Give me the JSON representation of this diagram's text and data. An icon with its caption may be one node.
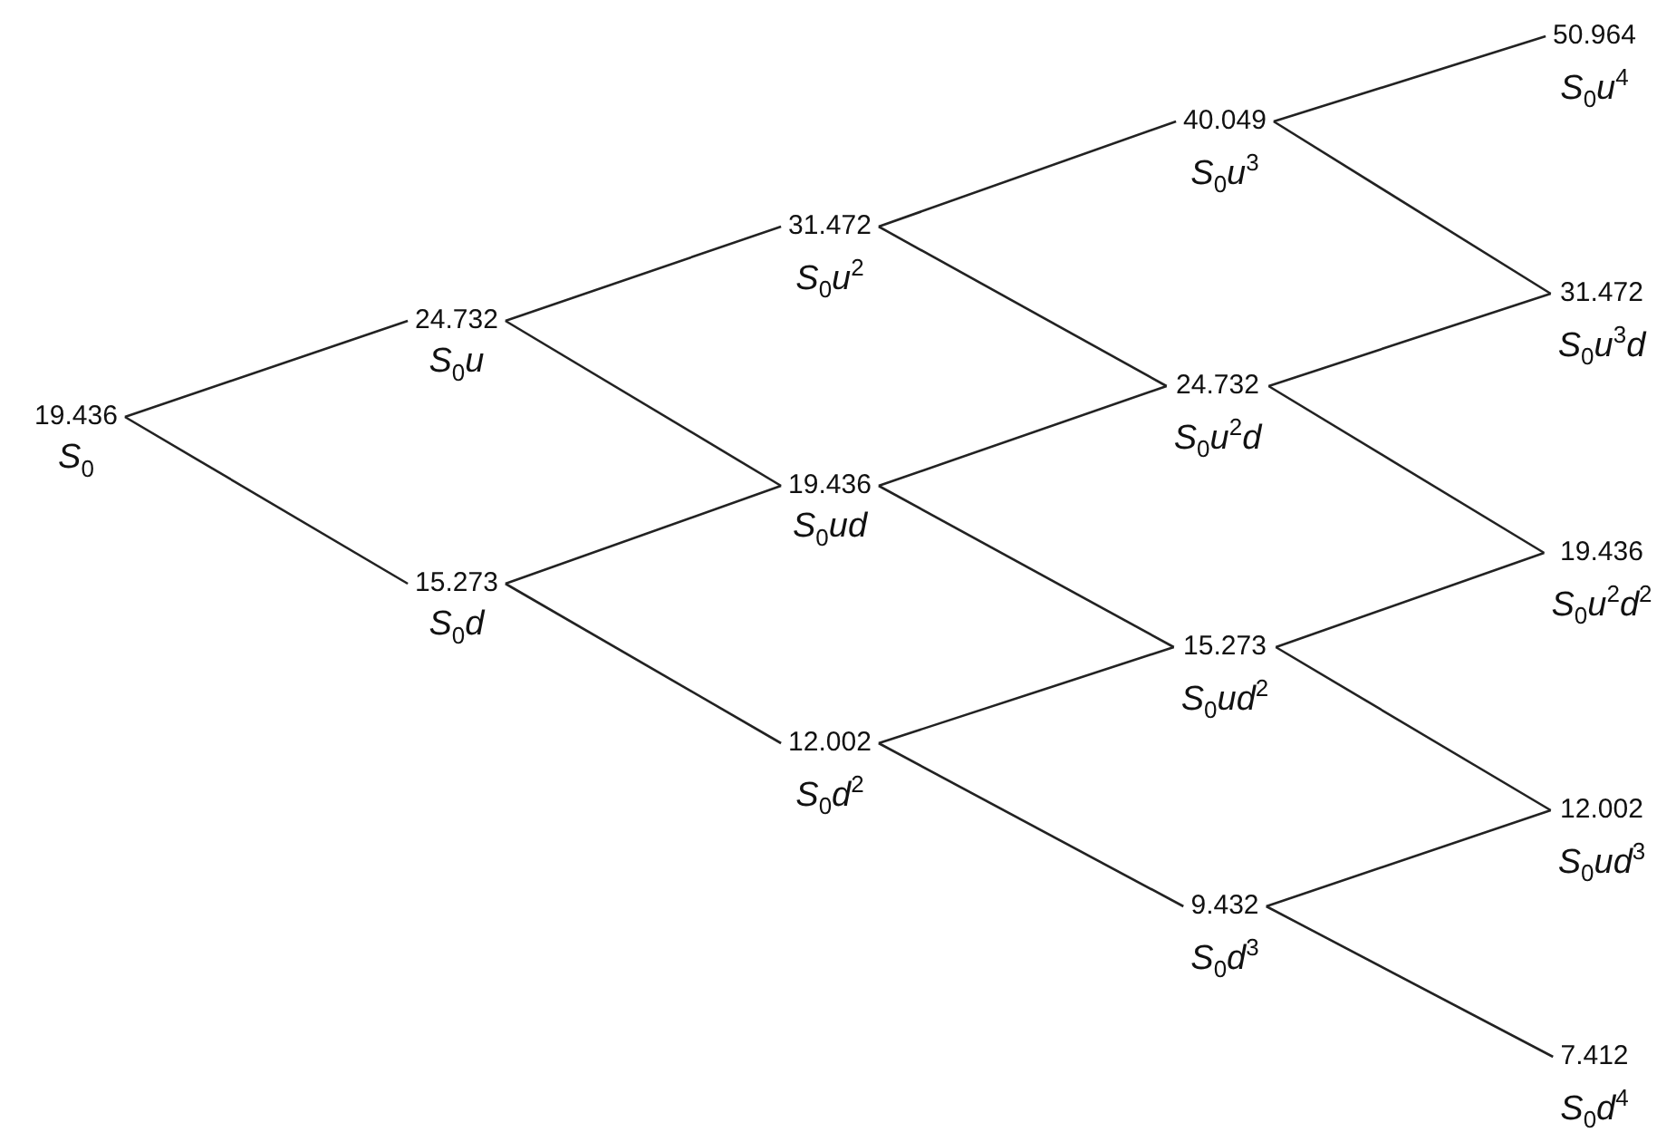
{
  "diagram": {
    "nodes": [
      {
        "text": [
          "19.436",
          "S$_{0}$"
        ]
      },
      {
        "text": [
          "24.732",
          "S$_{0}$u"
        ]
      },
      {
        "text": [
          "15.273",
          "S$_{0}$d"
        ]
      },
      {
        "text": [
          "31.472",
          "S$_{0}$u$^{2}$"
        ]
      },
      {
        "text": [
          "19.436",
          "S$_{0}$ud"
        ]
      },
      {
        "text": [
          "12.002",
          "S$_{0}$d$^{2}$"
        ]
      },
      {
        "text": [
          "40.049",
          "S$_{0}$u$^{3}$"
        ]
      },
      {
        "text": [
          "24.732",
          "S$_{0}$u$^{2}$d"
        ]
      },
      {
        "text": [
          "15.273",
          "S$_{0}$ud$^{2}$"
        ]
      },
      {
        "text": [
          "9.432",
          "S$_{0}$d$^{3}$"
        ]
      },
      {
        "text": [
          "50.964",
          "S$_{0}$u$^{4}$"
        ]
      },
      {
        "text": [
          "31.472",
          "S$_{0}$u$^{3}$d"
        ]
      },
      {
        "text": [
          "19.436",
          "S$_{0}$u$^{2}$d$^{2}$"
        ]
      },
      {
        "text": [
          "12.002",
          "S$_{0}$ud$^{3}$"
        ]
      },
      {
        "text": [
          "7.412",
          "S$_{0}$d$^{4}$"
        ]
      }
    ],
    "edges": [
      {
        "from": 0,
        "to": 1,
        "arrow": "none"
      },
      {
        "from": 0,
        "to": 2,
        "arrow": "none"
      },
      {
        "from": 1,
        "to": 3,
        "arrow": "none"
      },
      {
        "from": 1,
        "to": 4,
        "arrow": "none"
      },
      {
        "from": 2,
        "to": 4,
        "arrow": "none"
      },
      {
        "from": 2,
        "to": 5,
        "arrow": "none"
      },
      {
        "from": 3,
        "to": 6,
        "arrow": "none"
      },
      {
        "from": 3,
        "to": 7,
        "arrow": "none"
      },
      {
        "from": 4,
        "to": 7,
        "arrow": "none"
      },
      {
        "from": 4,
        "to": 8,
        "arrow": "none"
      },
      {
        "from": 5,
        "to": 8,
        "arrow": "none"
      },
      {
        "from": 5,
        "to": 9,
        "arrow": "none"
      },
      {
        "from": 6,
        "to": 10,
        "arrow": "none"
      },
      {
        "from": 6,
        "to": 11,
        "arrow": "none"
      },
      {
        "from": 7,
        "to": 11,
        "arrow": "none"
      },
      {
        "from": 7,
        "to": 12,
        "arrow": "none"
      },
      {
        "from": 8,
        "to": 12,
        "arrow": "none"
      },
      {
        "from": 8,
        "to": 13,
        "arrow": "none"
      },
      {
        "from": 9,
        "to": 13,
        "arrow": "none"
      },
      {
        "from": 9,
        "to": 14,
        "arrow": "none"
      }
    ]
  }
}
